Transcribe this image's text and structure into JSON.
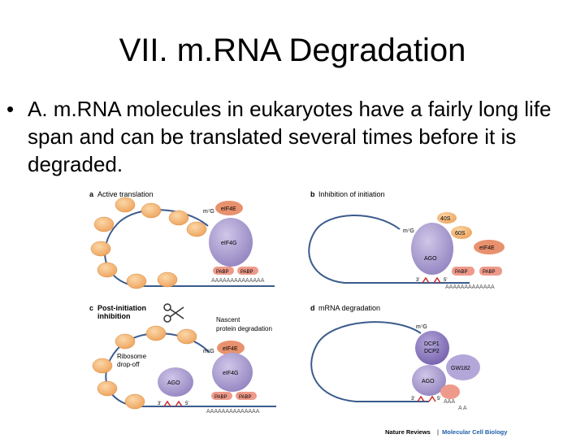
{
  "slide": {
    "title": "VII. m.RNA Degradation",
    "bullet_symbol": "•",
    "bullet_text": "A. m.RNA molecules in eukaryotes have a fairly long life span and can be translated several times before it is degraded."
  },
  "figure": {
    "panel_a": {
      "letter": "a",
      "title": "Active translation",
      "m7g": "m⁷G",
      "eif4e": "eIF4E",
      "eif4g": "eIF4G",
      "pabp1": "PABP",
      "pabp2": "PABP",
      "polyA": "AAAAAAAAAAAAAA"
    },
    "panel_b": {
      "letter": "b",
      "title": "Inhibition of initiation",
      "m7g": "m⁷G",
      "s40": "40S",
      "s60": "60S",
      "eif4e": "eIF4E",
      "ago": "AGO",
      "pabp1": "PABP",
      "pabp2": "PABP",
      "polyA": "AAAAAAAAAAAAA",
      "three": "3'",
      "five": "5'"
    },
    "panel_c": {
      "letter": "c",
      "title_line1": "Post-initiation",
      "title_line2": "inhibition",
      "nascent1": "Nascent",
      "nascent2": "protein degradation",
      "ribosome1": "Ribosome",
      "ribosome2": "drop-off",
      "m7g": "m⁷G",
      "eif4e": "eIF4E",
      "eif4g": "eIF4G",
      "ago": "AGO",
      "pabp1": "PABP",
      "pabp2": "PABP",
      "polyA": "AAAAAAAAAAAAAA",
      "three": "3'",
      "five": "5'"
    },
    "panel_d": {
      "letter": "d",
      "title": "mRNA degradation",
      "m7g": "m⁷G",
      "dcp1": "DCP1",
      "dcp2": "DCP2",
      "gw182": "GW182",
      "ago": "AGO",
      "polyA": "AAA",
      "a_tail": "A A",
      "three": "3'",
      "five": "5'"
    },
    "credit_journal": "Nature Reviews",
    "credit_sep": "|",
    "credit_section": "Molecular Cell Biology"
  },
  "colors": {
    "ribosome": "#f2b06e",
    "ribosome_stroke": "#d88a3e",
    "protein_purple": "#a79acb",
    "protein_purple_dark": "#8575b5",
    "eif4e": "#e8916e",
    "pabp": "#ee9a8a",
    "mrna_line": "#3b5b8c",
    "utr_red": "#cc2b2b",
    "credit_blue": "#1f5fa8"
  }
}
